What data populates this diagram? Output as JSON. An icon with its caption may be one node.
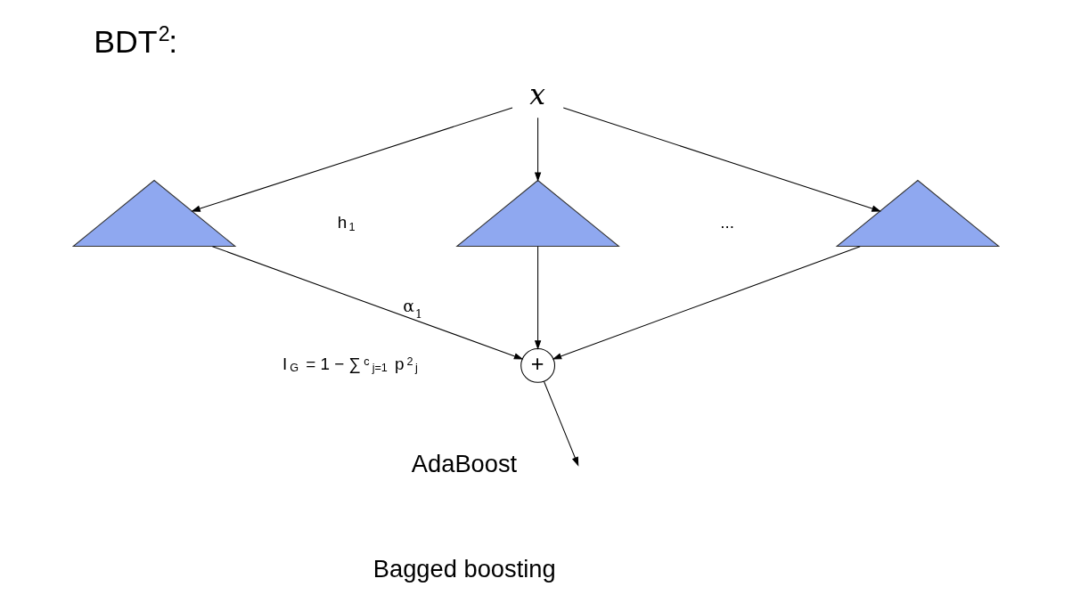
{
  "diagram": {
    "title": "BDT$^{2}$:",
    "nodes": [
      {
        "text": [
          "x"
        ]
      },
      {
        "text": [],
        "shape": "tree"
      },
      {
        "text": [],
        "shape": "tree"
      },
      {
        "text": [],
        "shape": "tree"
      },
      {
        "text": [
          "+"
        ]
      }
    ],
    "edges": [
      {
        "from": 0,
        "to": 1,
        "arrow": "to"
      },
      {
        "from": 0,
        "to": 2,
        "arrow": "to"
      },
      {
        "from": 0,
        "to": 3,
        "arrow": "to"
      },
      {
        "from": 1,
        "to": 4,
        "arrow": "to",
        "label": "α$_{1}$"
      },
      {
        "from": 2,
        "to": 4,
        "arrow": "to"
      },
      {
        "from": 3,
        "to": 4,
        "arrow": "to"
      },
      {
        "from": 4,
        "to": null,
        "arrow": "to"
      }
    ],
    "labels": [
      "h$_{1}$",
      "...",
      "I$_{G}$ = 1 − ∑$^{c}$$_{j=1}$ p$^{2}$$_{j}$",
      "AdaBoost",
      "Bagged boosting"
    ]
  }
}
